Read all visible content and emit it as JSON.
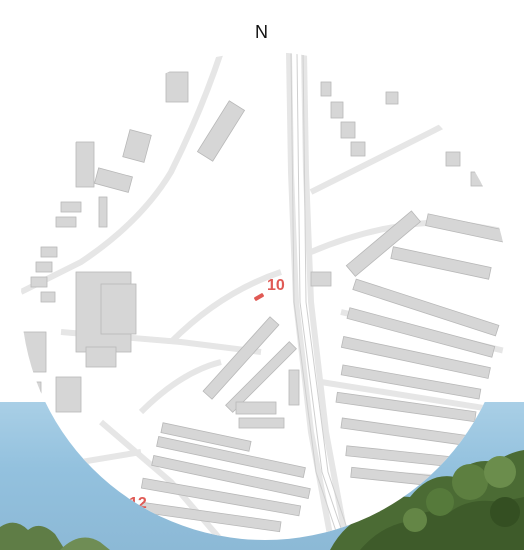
{
  "compass": {
    "label": "N"
  },
  "markers": [
    {
      "label": "10",
      "color": "#e05a55"
    },
    {
      "label": "12",
      "color": "#e05a55"
    }
  ],
  "colors": {
    "building": "#d6d6d6",
    "road": "#eeeeee",
    "map_background": "#ffffff",
    "sky": "#9ec8e2",
    "foliage": "#4b6b34"
  }
}
